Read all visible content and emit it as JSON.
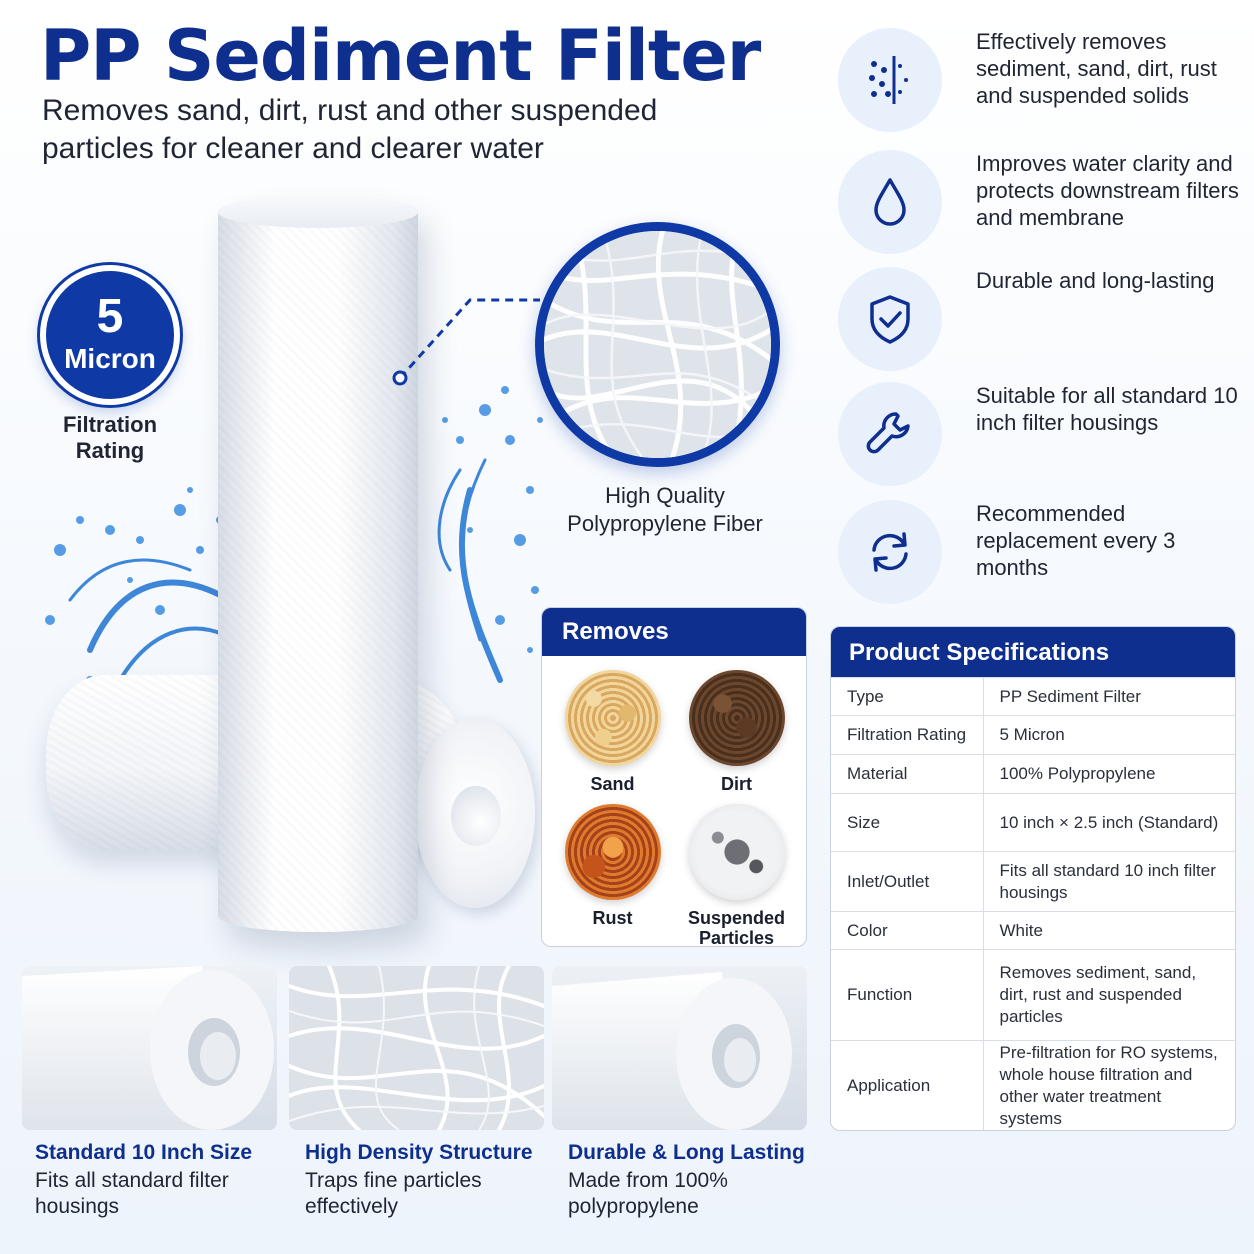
{
  "header": {
    "title": "PP Sediment Filter",
    "subtitle": "Removes sand, dirt, rust and other suspended particles for cleaner and clearer water"
  },
  "badge": {
    "number": "5",
    "unit": "Micron",
    "caption": "Filtration Rating"
  },
  "fiber": {
    "caption": "High Quality Polypropylene Fiber"
  },
  "features": [
    {
      "icon": "sediment-particles-icon",
      "text": "Effectively removes sediment, sand, dirt, rust and suspended solids"
    },
    {
      "icon": "water-drop-icon",
      "text": "Improves water clarity and protects downstream filters and membrane"
    },
    {
      "icon": "shield-check-icon",
      "text": "Durable and long-lasting"
    },
    {
      "icon": "wrench-icon",
      "text": "Suitable for all standard 10 inch filter housings"
    },
    {
      "icon": "refresh-cycle-icon",
      "text": "Recommended replacement every 3 months"
    }
  ],
  "removes": {
    "title": "Removes",
    "items": [
      "Sand",
      "Dirt",
      "Rust",
      "Suspended Particles"
    ]
  },
  "specs": {
    "title": "Product Specifications",
    "rows": [
      {
        "key": "Type",
        "value": "PP Sediment Filter"
      },
      {
        "key": "Filtration Rating",
        "value": "5 Micron"
      },
      {
        "key": "Material",
        "value": "100% Polypropylene"
      },
      {
        "key": "Size",
        "value": "10 inch × 2.5 inch (Standard)"
      },
      {
        "key": "Inlet/Outlet",
        "value": "Fits all standard 10 inch filter housings"
      },
      {
        "key": "Color",
        "value": "White"
      },
      {
        "key": "Function",
        "value": "Removes sediment, sand, dirt, rust and suspended particles"
      },
      {
        "key": "Application",
        "value": "Pre-filtration for RO systems, whole house filtration and other water treatment systems"
      }
    ]
  },
  "tiles": [
    {
      "title": "Standard 10 Inch Size",
      "desc": "Fits all standard filter housings"
    },
    {
      "title": "High Density Structure",
      "desc": "Traps fine particles effectively"
    },
    {
      "title": "Durable & Long Lasting",
      "desc": "Made from 100% polypropylene"
    }
  ],
  "colors": {
    "brand_navy": "#0f2f8f",
    "brand_blue": "#0f3aa6",
    "icon_bg": "#e8f0fb",
    "water_blue": "#1e73d2"
  }
}
